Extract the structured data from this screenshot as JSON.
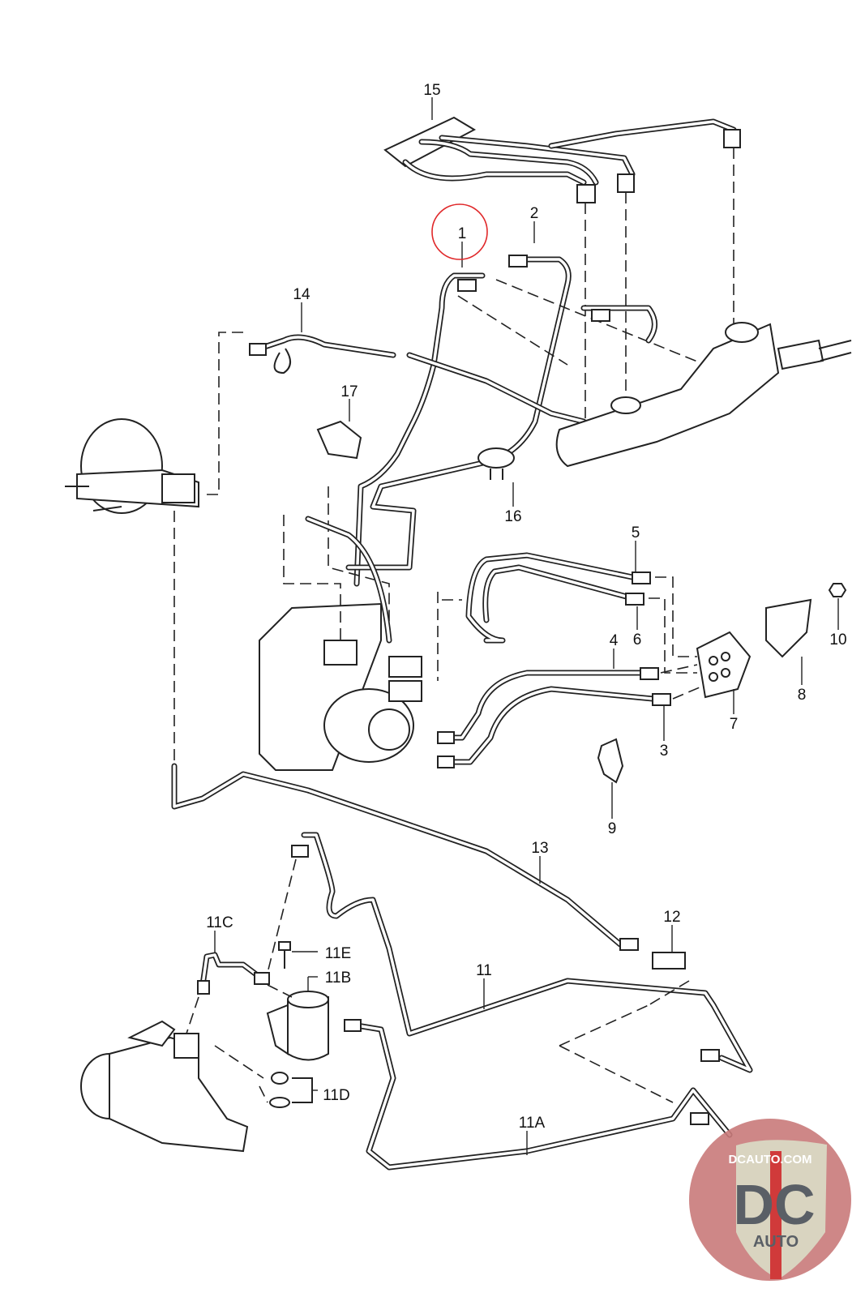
{
  "diagram": {
    "highlighted_callout": "1",
    "highlight_color": "#e0282a",
    "callouts": {
      "c15": "15",
      "c1": "1",
      "c2": "2",
      "c14": "14",
      "c17": "17",
      "c16": "16",
      "c5": "5",
      "c6": "6",
      "c10": "10",
      "c4": "4",
      "c8": "8",
      "c7": "7",
      "c3": "3",
      "c9": "9",
      "c13": "13",
      "c12": "12",
      "c11C": "11C",
      "c11E": "11E",
      "c11B": "11B",
      "c11": "11",
      "c11D": "11D",
      "c11A": "11A"
    }
  },
  "watermark": {
    "site": "DCAUTO.COM",
    "mark": "DC",
    "sub": "AUTO",
    "colors": {
      "badge_bg": "#c97a7a",
      "shield": "#d9d4c0",
      "letters": "#5a5f66",
      "stripe": "#d03a3a"
    }
  }
}
